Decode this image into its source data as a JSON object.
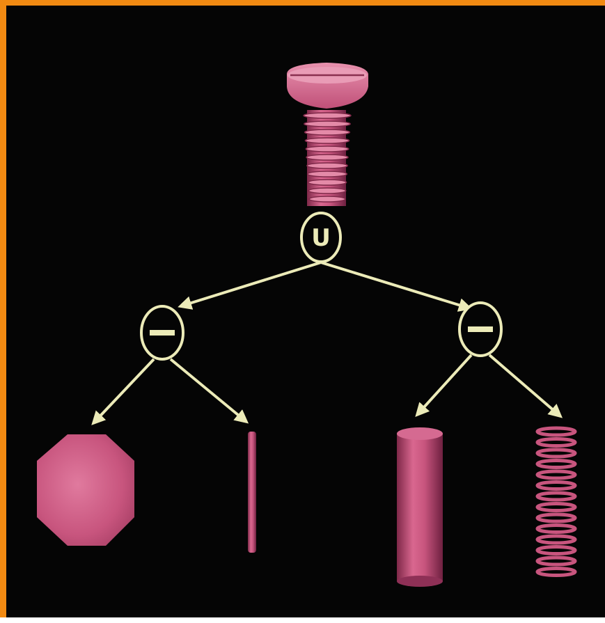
{
  "diagram": {
    "kind": "CSG tree",
    "colors": {
      "background": "#050505",
      "border": "#f28a12",
      "solid": "#c8557e",
      "solid_highlight": "#e48aa8",
      "solid_shadow": "#7e2848",
      "connector": "#ecebb8"
    },
    "root": {
      "operator": "U",
      "result": "screw"
    },
    "left_node": {
      "operator": "minus",
      "children": [
        "octagonal-prism",
        "thin-rod"
      ]
    },
    "right_node": {
      "operator": "minus",
      "children": [
        "cylinder",
        "helix-spring"
      ]
    }
  }
}
